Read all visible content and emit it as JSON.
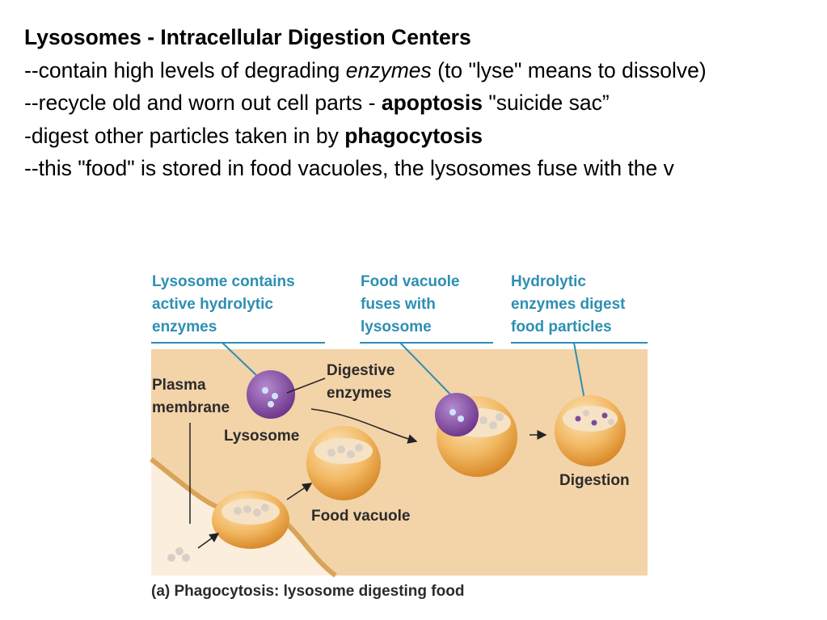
{
  "slide": {
    "title": "Lysosomes - Intracellular Digestion Centers",
    "line1_pre": "--contain high levels of degrading ",
    "line1_em": "enzymes",
    "line1_post": "  (to \"lyse\" means to dissolve)",
    "line2_pre": "--recycle old and worn out cell parts  - ",
    "line2_bold": "apoptosis",
    "line2_post": " \"suicide sac”",
    "line3_pre": "-digest other particles taken in by ",
    "line3_bold": "phagocytosis",
    "line4": "--this \"food\" is stored in food vacuoles, the lysosomes fuse with the v"
  },
  "figure": {
    "callout1": [
      "Lysosome contains",
      "active hydrolytic",
      "enzymes"
    ],
    "callout2": [
      "Food vacuole",
      "fuses with",
      "lysosome"
    ],
    "callout3": [
      "Hydrolytic",
      "enzymes digest",
      "food particles"
    ],
    "label_plasma": [
      "Plasma",
      "membrane"
    ],
    "label_digestive": [
      "Digestive",
      "enzymes"
    ],
    "label_lysosome": "Lysosome",
    "label_food_vacuole": "Food vacuole",
    "label_digestion": "Digestion",
    "caption": "(a) Phagocytosis: lysosome digesting food",
    "colors": {
      "callout_text": "#2d8fb3",
      "cytoplasm": "#f3d3a8",
      "vacuole": "#f0b45a",
      "lysosome": "#8a4fa3",
      "food_particles": "#d9cfc6"
    }
  }
}
